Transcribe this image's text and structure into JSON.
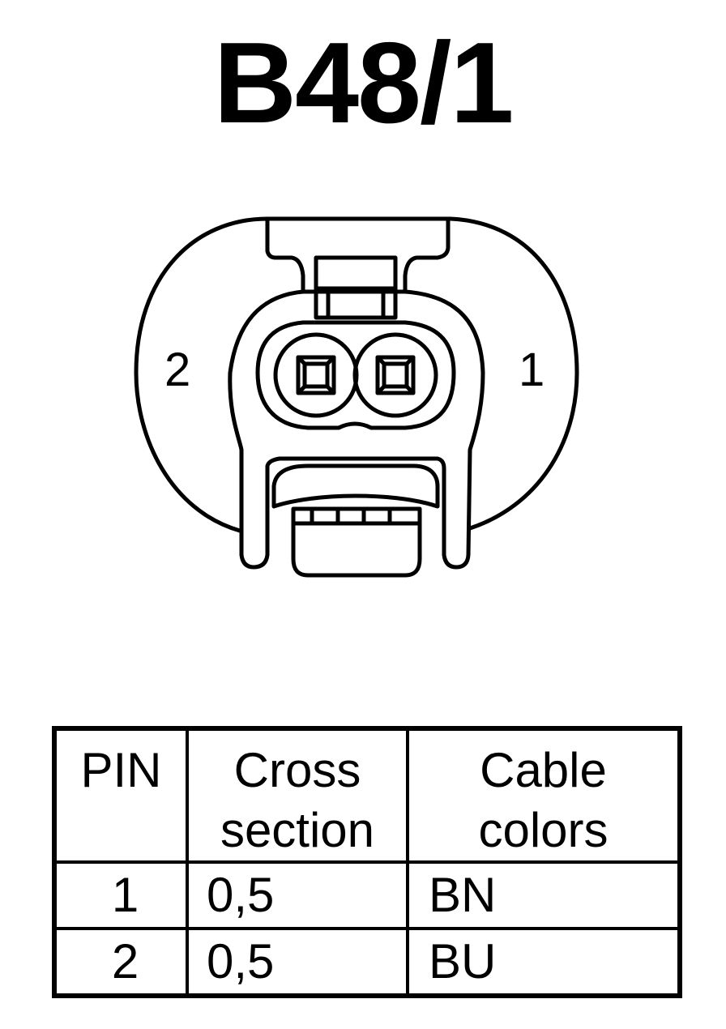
{
  "title": "B48/1",
  "connector": {
    "pin_left_label": "2",
    "pin_right_label": "1"
  },
  "table": {
    "headers": {
      "pin": "PIN",
      "cross_line1": "Cross",
      "cross_line2": "section",
      "color_line1": "Cable",
      "color_line2": "colors"
    },
    "rows": [
      {
        "pin": "1",
        "cross_section": "0,5",
        "color": "BN"
      },
      {
        "pin": "2",
        "cross_section": "0,5",
        "color": "BU"
      }
    ]
  }
}
